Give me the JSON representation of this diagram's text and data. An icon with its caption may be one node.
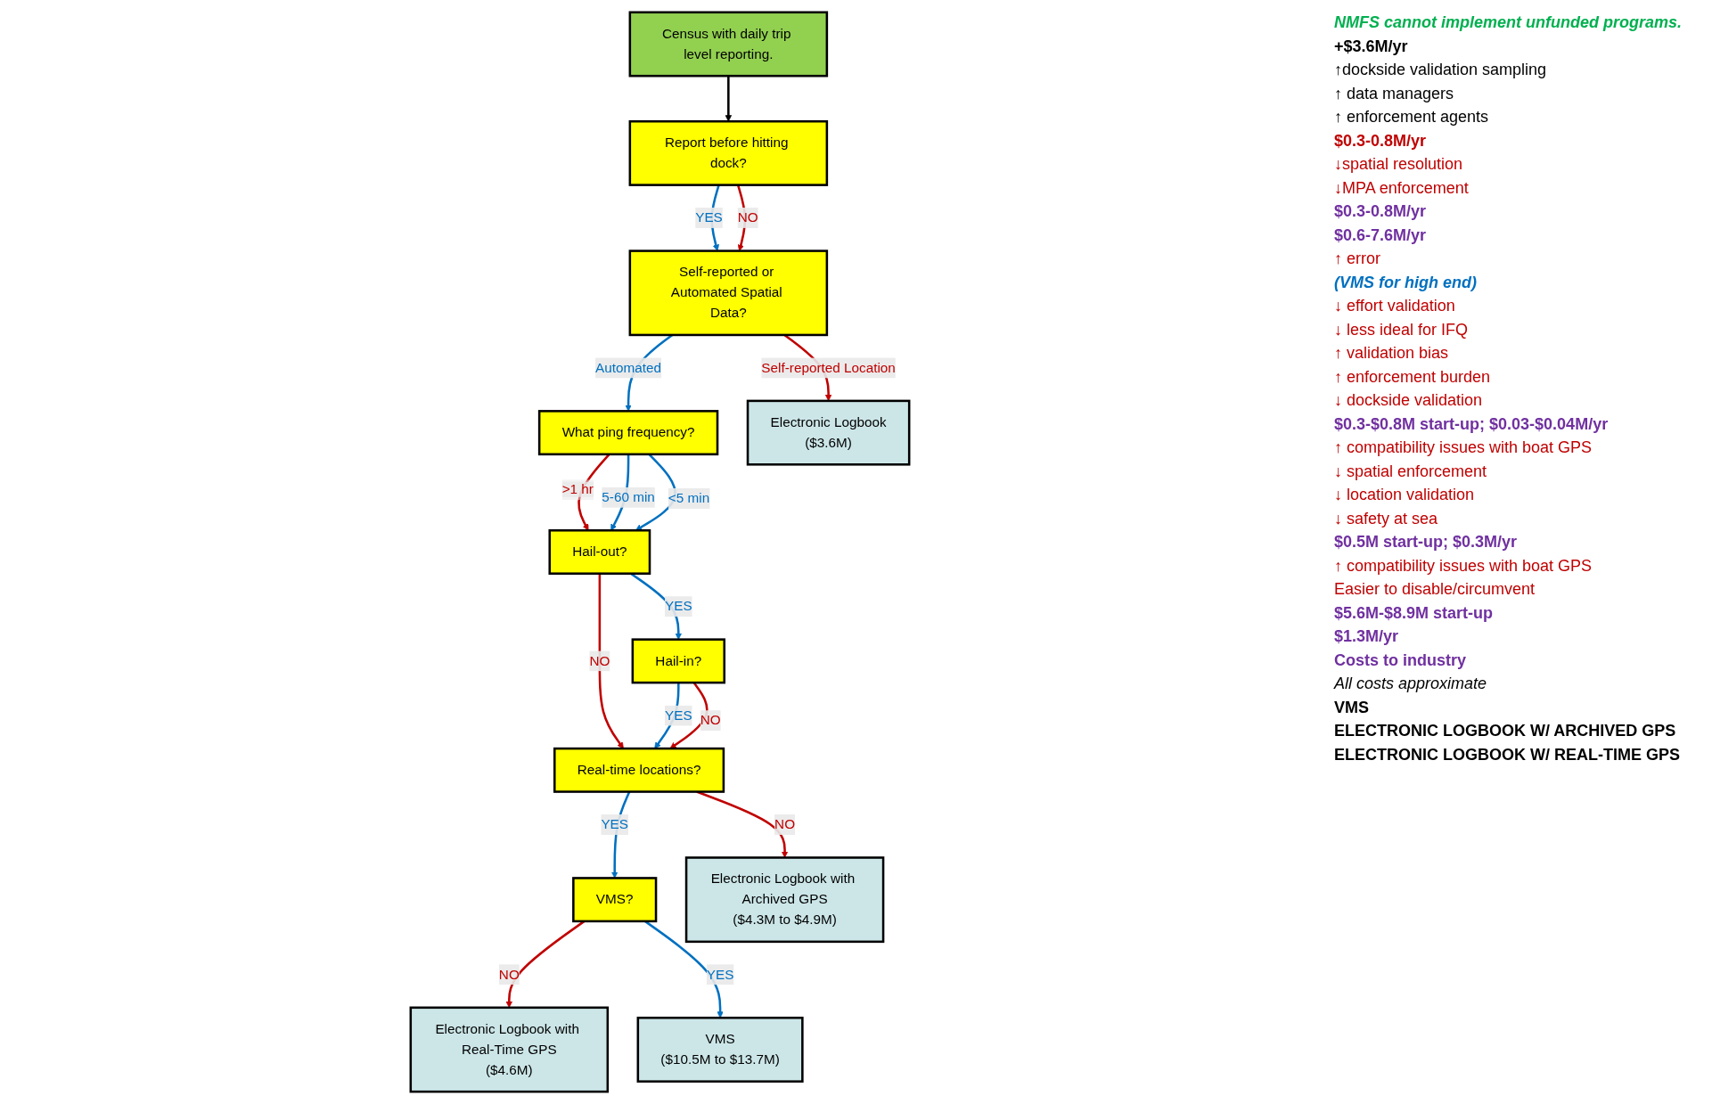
{
  "diagram": {
    "nodes": [
      {
        "text": [
          "Census with daily trip level reporting."
        ]
      },
      {
        "text": [
          "Report before hitting dock?"
        ]
      },
      {
        "text": [
          "Self-reported or Automated Spatial Data?"
        ]
      },
      {
        "text": [
          "What ping frequency?"
        ]
      },
      {
        "text": [
          "Hail-out?"
        ]
      },
      {
        "text": [
          "Hail-in?"
        ]
      },
      {
        "text": [
          "Real-time locations?"
        ]
      },
      {
        "text": [
          "VMS?"
        ]
      },
      {
        "text": [
          "Electronic Logbook",
          "($3.6M)"
        ]
      },
      {
        "text": [
          "Electronic Logbook with Archived GPS",
          "($4.3M to $4.9M)"
        ]
      },
      {
        "text": [
          "Electronic Logbook with Real-Time GPS",
          "($4.6M)"
        ]
      },
      {
        "text": [
          "VMS",
          "($10.5M to $13.7M)"
        ]
      }
    ],
    "edges": [
      {
        "from": 0,
        "to": 1,
        "arrow": "to",
        "color": "#000000"
      },
      {
        "from": 1,
        "to": 2,
        "arrow": "to",
        "label": "YES"
      },
      {
        "from": 1,
        "to": 2,
        "arrow": "to",
        "label": "NO",
        "color": "#c00000"
      },
      {
        "from": 2,
        "to": 8,
        "arrow": "to",
        "label": "Self-reported Location",
        "color": "#c00000"
      },
      {
        "from": 2,
        "to": 3,
        "arrow": "to",
        "label": "Automated"
      },
      {
        "from": 3,
        "to": 4,
        "arrow": "to",
        "label": ">1 hr",
        "color": "#c00000"
      },
      {
        "from": 3,
        "to": 4,
        "arrow": "to",
        "label": "5-60 min"
      },
      {
        "from": 3,
        "to": 4,
        "arrow": "to",
        "label": "<5 min"
      },
      {
        "from": 4,
        "to": 5,
        "arrow": "to",
        "label": "YES"
      },
      {
        "from": 4,
        "to": 6,
        "arrow": "to",
        "label": "NO",
        "color": "#c00000"
      },
      {
        "from": 5,
        "to": 6,
        "arrow": "to",
        "label": "YES"
      },
      {
        "from": 5,
        "to": 6,
        "arrow": "to",
        "label": "NO",
        "color": "#c00000"
      },
      {
        "from": 6,
        "to": 9,
        "arrow": "to",
        "label": "NO",
        "color": "#c00000"
      },
      {
        "from": 6,
        "to": 7,
        "arrow": "to",
        "label": "YES"
      },
      {
        "from": 7,
        "to": 10,
        "arrow": "to",
        "label": "NO",
        "color": "#c00000"
      },
      {
        "from": 7,
        "to": 11,
        "arrow": "to",
        "label": "YES"
      }
    ],
    "labels": [
      "NMFS cannot implement unfunded programs.",
      "+$3.6M/yr",
      "↑dockside validation sampling",
      "↑ data managers",
      "↑ enforcement agents",
      "$0.3-0.8M/yr",
      "↓spatial resolution",
      "↓MPA enforcement",
      "$0.3-0.8M/yr",
      "$0.6-7.6M/yr",
      "↑ error",
      "(VMS for high end)",
      "↓ effort validation",
      "↓ less ideal for IFQ",
      "↑ validation bias",
      "↑ enforcement burden",
      "↓ dockside validation",
      "$0.3-$0.8M start-up; $0.03-$0.04M/yr",
      "↑ compatibility issues with boat GPS",
      "↓ spatial enforcement",
      "↓ location validation",
      "↓ safety at sea",
      "$0.5M start-up; $0.3M/yr",
      "↑ compatibility issues with boat GPS",
      "Easier to disable/circumvent",
      "$5.6M-$8.9M start-up",
      "$1.3M/yr",
      "Costs to industry",
      "All costs approximate",
      "VMS",
      "ELECTRONIC LOGBOOK W/ ARCHIVED GPS",
      "ELECTRONIC LOGBOOK W/ REAL-TIME GPS"
    ]
  }
}
